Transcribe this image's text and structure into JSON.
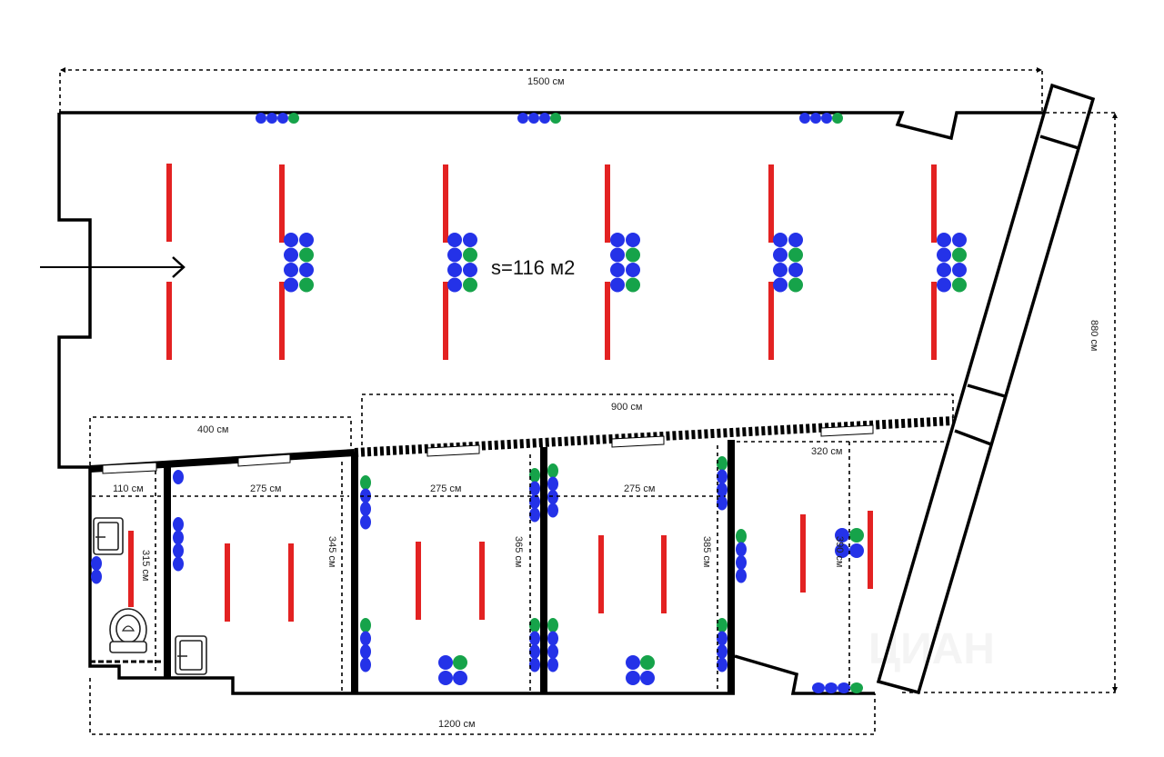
{
  "plan": {
    "area_label": "s=116 м2",
    "watermark": "ЦИАН",
    "dimensions": {
      "total_width": "1500 см",
      "total_height": "880 см",
      "bottom_width": "1200 см",
      "offices_width": "900 см",
      "left_block_width": "400 см",
      "wc_width": "110 см",
      "wc_height": "315 см",
      "office1_width": "275 см",
      "office1_height": "345 см",
      "office2_width": "275 см",
      "office2_height": "365 см",
      "office3_width": "275 см",
      "office3_height": "385 см",
      "office4_width": "320 см",
      "office4_height": "390 см"
    },
    "legend_colors": {
      "desk": "#e32222",
      "chair": "#2432e8",
      "chair_alt": "#16a34a",
      "wall": "#000000"
    }
  }
}
